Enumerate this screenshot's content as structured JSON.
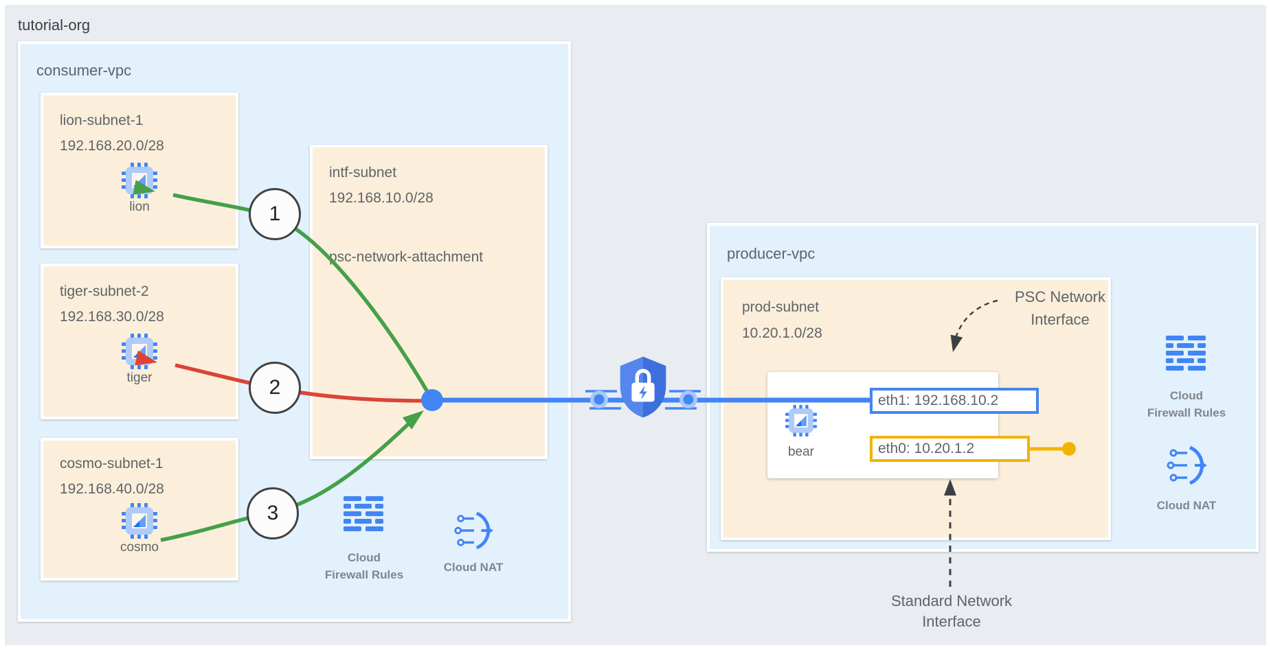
{
  "org": {
    "label": "tutorial-org"
  },
  "consumer_vpc": {
    "label": "consumer-vpc",
    "subnets": [
      {
        "name": "lion-subnet-1",
        "cidr": "192.168.20.0/28",
        "vm": "lion"
      },
      {
        "name": "tiger-subnet-2",
        "cidr": "192.168.30.0/28",
        "vm": "tiger"
      },
      {
        "name": "cosmo-subnet-1",
        "cidr": "192.168.40.0/28",
        "vm": "cosmo"
      }
    ],
    "intf_subnet": {
      "name": "intf-subnet",
      "cidr": "192.168.10.0/28",
      "attachment": "psc-network-attachment"
    },
    "firewall_label_line1": "Cloud",
    "firewall_label_line2": "Firewall Rules",
    "nat_label": "Cloud NAT"
  },
  "flow_steps": [
    {
      "num": "1"
    },
    {
      "num": "2"
    },
    {
      "num": "3"
    }
  ],
  "producer_vpc": {
    "label": "producer-vpc",
    "subnet": {
      "name": "prod-subnet",
      "cidr": "10.20.1.0/28"
    },
    "vm": {
      "name": "bear",
      "eth1": "eth1: 192.168.10.2",
      "eth0": "eth0: 10.20.1.2"
    },
    "psc_annotation_line1": "PSC Network",
    "psc_annotation_line2": "Interface",
    "std_annotation_line1": "Standard Network",
    "std_annotation_line2": "Interface",
    "firewall_label_line1": "Cloud",
    "firewall_label_line2": "Firewall Rules",
    "nat_label": "Cloud NAT"
  },
  "icons": {
    "vm": "compute-engine-icon",
    "firewall": "firewall-rules-icon",
    "nat": "cloud-nat-icon",
    "psc": "psc-security-shield-icon"
  },
  "colors": {
    "org_bg": "#e9edf1",
    "vpc_bg": "#e2f1fc",
    "subnet_bg": "#fbefdb",
    "accent_blue": "#4285f4",
    "green": "#45a049",
    "red": "#db4437",
    "yellow": "#f0b400"
  }
}
